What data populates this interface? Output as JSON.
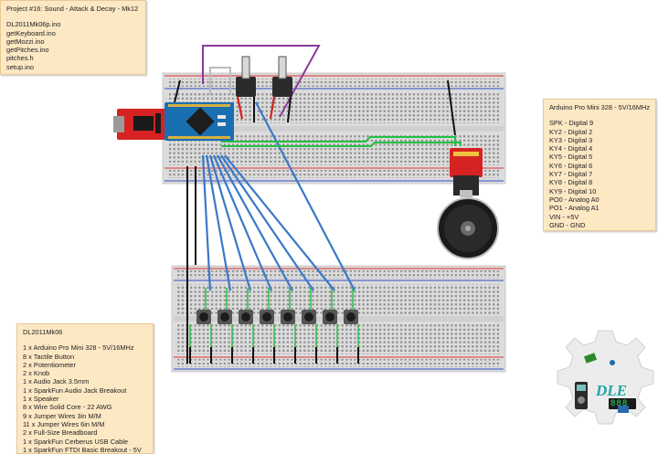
{
  "project_note": {
    "title": "Project #16: Sound - Attack & Decay - Mk12",
    "files": [
      "DL2011Mk06p.ino",
      "getKeyboard.ino",
      "getMozzi.ino",
      "getPitches.ino",
      "pitches.h",
      "setup.ino"
    ]
  },
  "pin_note": {
    "title": "Arduino Pro Mini 328 - 5V/16MHz",
    "pins": [
      "SPK - Digital 9",
      "KY2 - Digital 2",
      "KY3 - Digital 3",
      "KY4 - Digital 4",
      "KY5 - Digital 5",
      "KY6 - Digital 6",
      "KY7 - Digital 7",
      "KY8 - Digital 8",
      "KY9 - Digital 10",
      "PO0 - Analog A0",
      "PO1 - Analog A1",
      "VIN - +5V",
      "GND - GND"
    ]
  },
  "parts_note": {
    "title": "DL2011Mk06",
    "parts": [
      "1 x Arduino Pro Mini 328 - 5V/16MHz",
      "8 x Tactile Button",
      "2 x Potentiometer",
      "2 x Knob",
      "1 x Audio Jack 3.5mm",
      "1 x SparkFun Audio Jack Breakout",
      "1 x Speaker",
      "8 x Wire Solid Core - 22 AWG",
      "9 x Jumper Wires 3in M/M",
      "11 x Jumper Wires 6in M/M",
      "2 x Full-Size Breadboard",
      "1 x SparkFun Cerberus USB Cable",
      "1 x SparkFun FTDI Basic Breakout - 5V"
    ]
  },
  "logo": {
    "text": "DLE",
    "display": "888"
  },
  "colors": {
    "note_bg": "#fde8c4",
    "wire_blue": "#3a78c8",
    "wire_green": "#22c040",
    "wire_purple": "#8a3a9a",
    "wire_red": "#d42020",
    "ftdi_red": "#d62222",
    "arduino_blue": "#1a6fb0",
    "logo_teal": "#23a4a8"
  }
}
